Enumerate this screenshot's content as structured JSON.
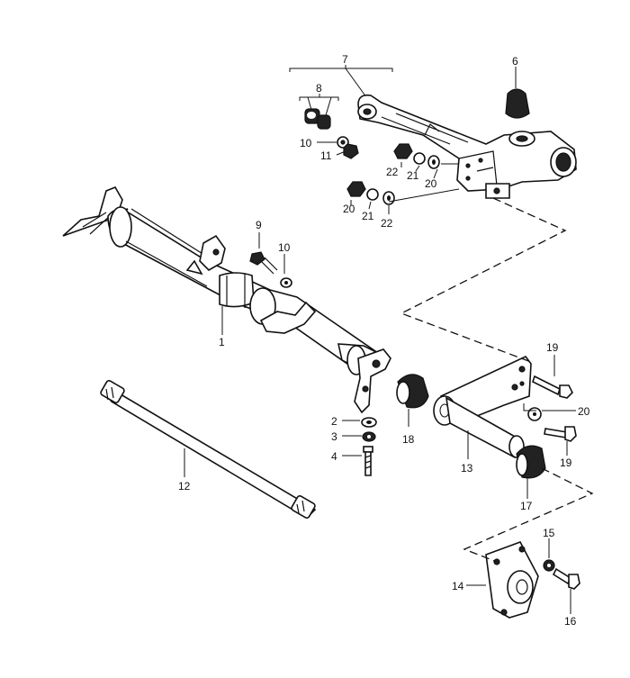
{
  "callouts": {
    "c1": "1",
    "c2": "2",
    "c3": "3",
    "c4": "4",
    "c6": "6",
    "c7": "7",
    "c8": "8",
    "c9": "9",
    "c10a": "10",
    "c10b": "10",
    "c11": "11",
    "c12": "12",
    "c13": "13",
    "c14": "14",
    "c15": "15",
    "c16": "16",
    "c17": "17",
    "c18": "18",
    "c19a": "19",
    "c19b": "19",
    "c20a": "20",
    "c20b": "20",
    "c20c": "20",
    "c21a": "21",
    "c21b": "21",
    "c22a": "22",
    "c22b": "22"
  },
  "parts": {
    "axle_tube": "axle-tube-assembly",
    "torsion_bar": "torsion-bar",
    "spring_plate": "spring-plate",
    "trailing_arm": "trailing-arm",
    "bump_stop": "bump-stop",
    "bushing_outer": "rubber-bushing",
    "bushing_inner": "rubber-bushing",
    "hub_cover": "cover-plate"
  }
}
